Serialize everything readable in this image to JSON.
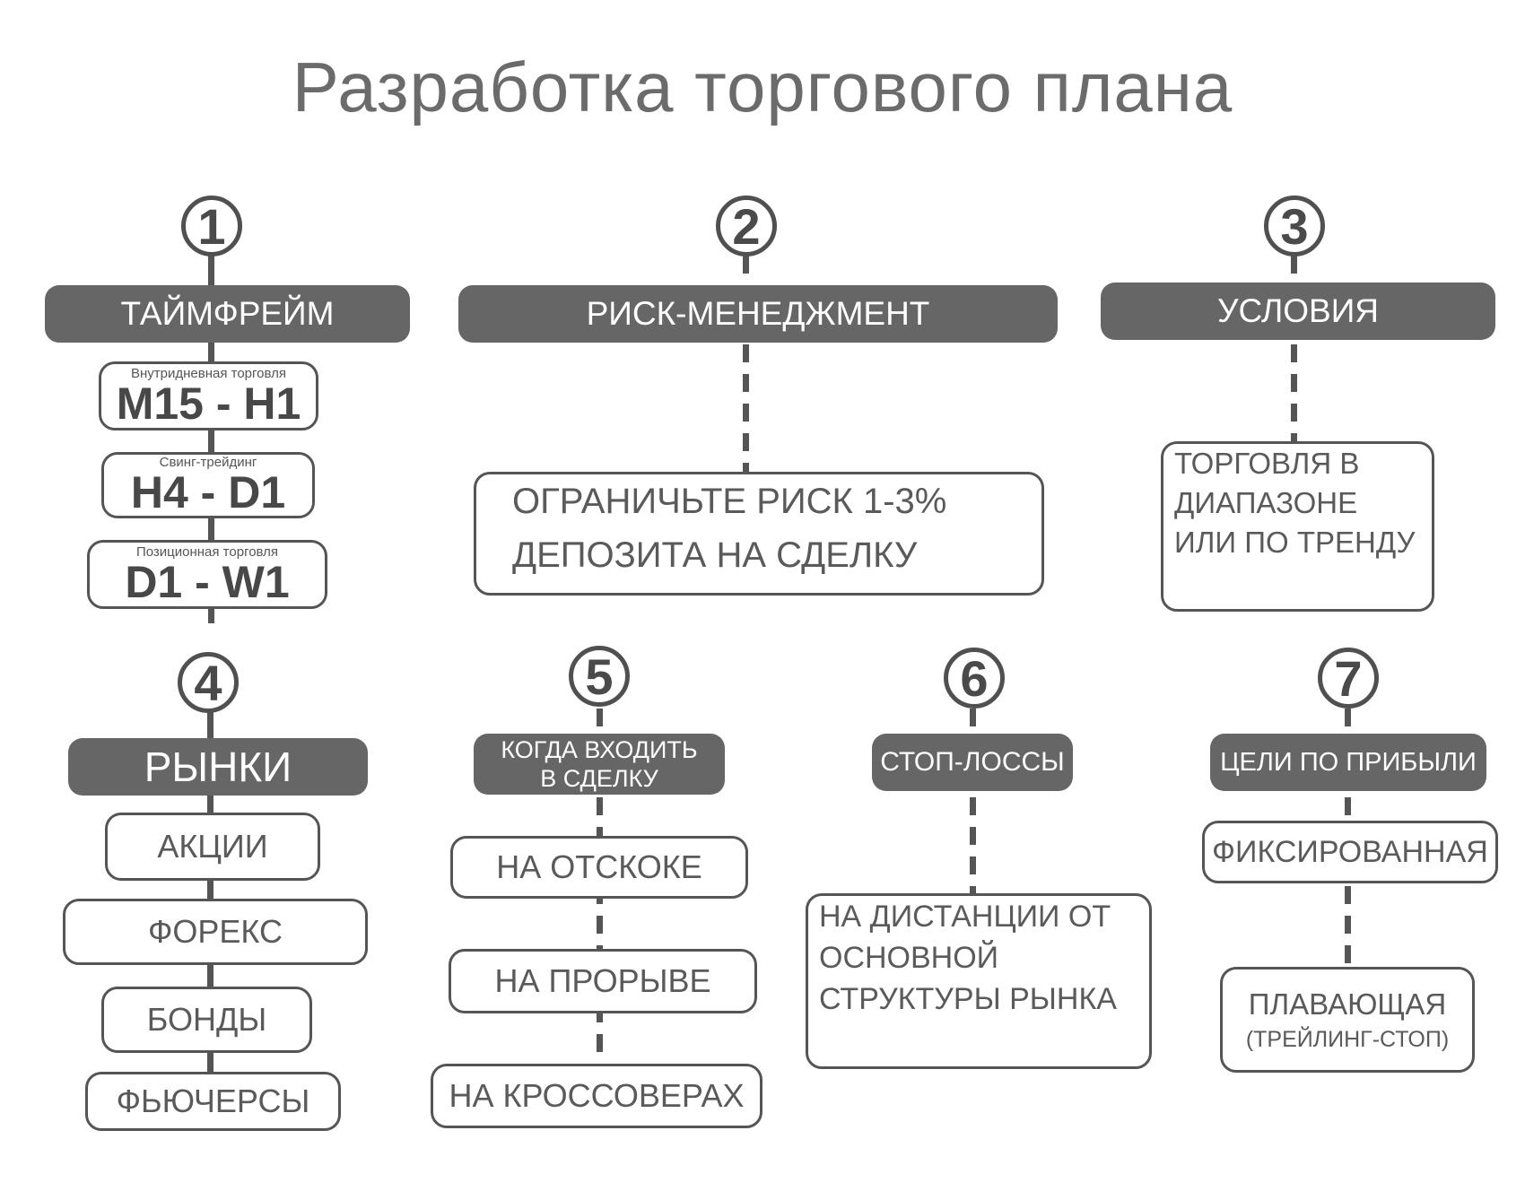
{
  "title": "Разработка торгового плана",
  "steps": {
    "s1": {
      "num": "1",
      "label": "ТАЙМФРЕЙМ",
      "items": [
        {
          "caption": "Внутридневная торговля",
          "value": "M15 - H1"
        },
        {
          "caption": "Свинг-трейдинг",
          "value": "H4 - D1"
        },
        {
          "caption": "Позиционная торговля",
          "value": "D1 - W1"
        }
      ]
    },
    "s2": {
      "num": "2",
      "label": "РИСК-МЕНЕДЖМЕНТ",
      "text_line1": "ОГРАНИЧЬТЕ РИСК 1-3%",
      "text_line2": "ДЕПОЗИТА НА СДЕЛКУ"
    },
    "s3": {
      "num": "3",
      "label": "УСЛОВИЯ",
      "text_line1": "ТОРГОВЛЯ В",
      "text_line2": "ДИАПАЗОНЕ",
      "text_line3": "ИЛИ ПО ТРЕНДУ"
    },
    "s4": {
      "num": "4",
      "label": "РЫНКИ",
      "items": [
        "АКЦИИ",
        "ФОРЕКС",
        "БОНДЫ",
        "ФЬЮЧЕРСЫ"
      ]
    },
    "s5": {
      "num": "5",
      "label_line1": "КОГДА ВХОДИТЬ",
      "label_line2": "В СДЕЛКУ",
      "items": [
        "НА ОТСКОКЕ",
        "НА ПРОРЫВЕ",
        "НА КРОССОВЕРАХ"
      ]
    },
    "s6": {
      "num": "6",
      "label": "СТОП-ЛОССЫ",
      "text_line1": "НА ДИСТАНЦИИ ОТ",
      "text_line2": "ОСНОВНОЙ",
      "text_line3": "СТРУКТУРЫ РЫНКА"
    },
    "s7": {
      "num": "7",
      "label": "ЦЕЛИ ПО ПРИБЫЛИ",
      "item1": "ФИКСИРОВАННАЯ",
      "item2_line1": "ПЛАВАЮЩАЯ",
      "item2_line2": "(ТРЕЙЛИНГ-СТОП)"
    }
  },
  "colors": {
    "pill": "#666666",
    "border": "#555555",
    "title": "#6b6b6b"
  }
}
